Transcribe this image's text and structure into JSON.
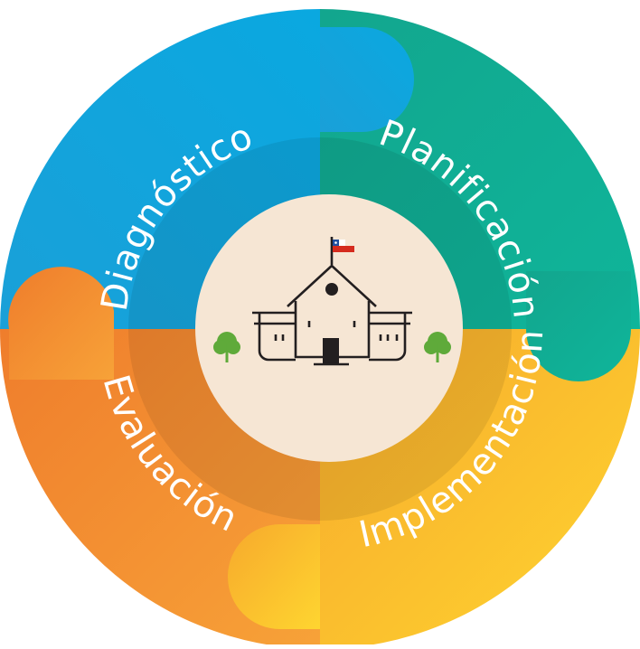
{
  "diagram": {
    "phases": [
      {
        "id": "diagnostico",
        "label": "Diagnóstico"
      },
      {
        "id": "planificacion",
        "label": "Planificación"
      },
      {
        "id": "implementacion",
        "label": "Implementación"
      },
      {
        "id": "evaluacion",
        "label": "Evaluación"
      }
    ],
    "center_icon": "school-building-with-flag-icon",
    "colors": {
      "diagnostico": "#0ba4dc",
      "planificacion": "#12a98e",
      "implementacion": "#fbbf2a",
      "evaluacion": "#f28a2e",
      "center_disc": "#f6e6d4",
      "icon_line": "#231f20",
      "tree": "#5faa3a",
      "flag_red": "#d52b1e",
      "flag_blue": "#1f4fa0"
    }
  }
}
